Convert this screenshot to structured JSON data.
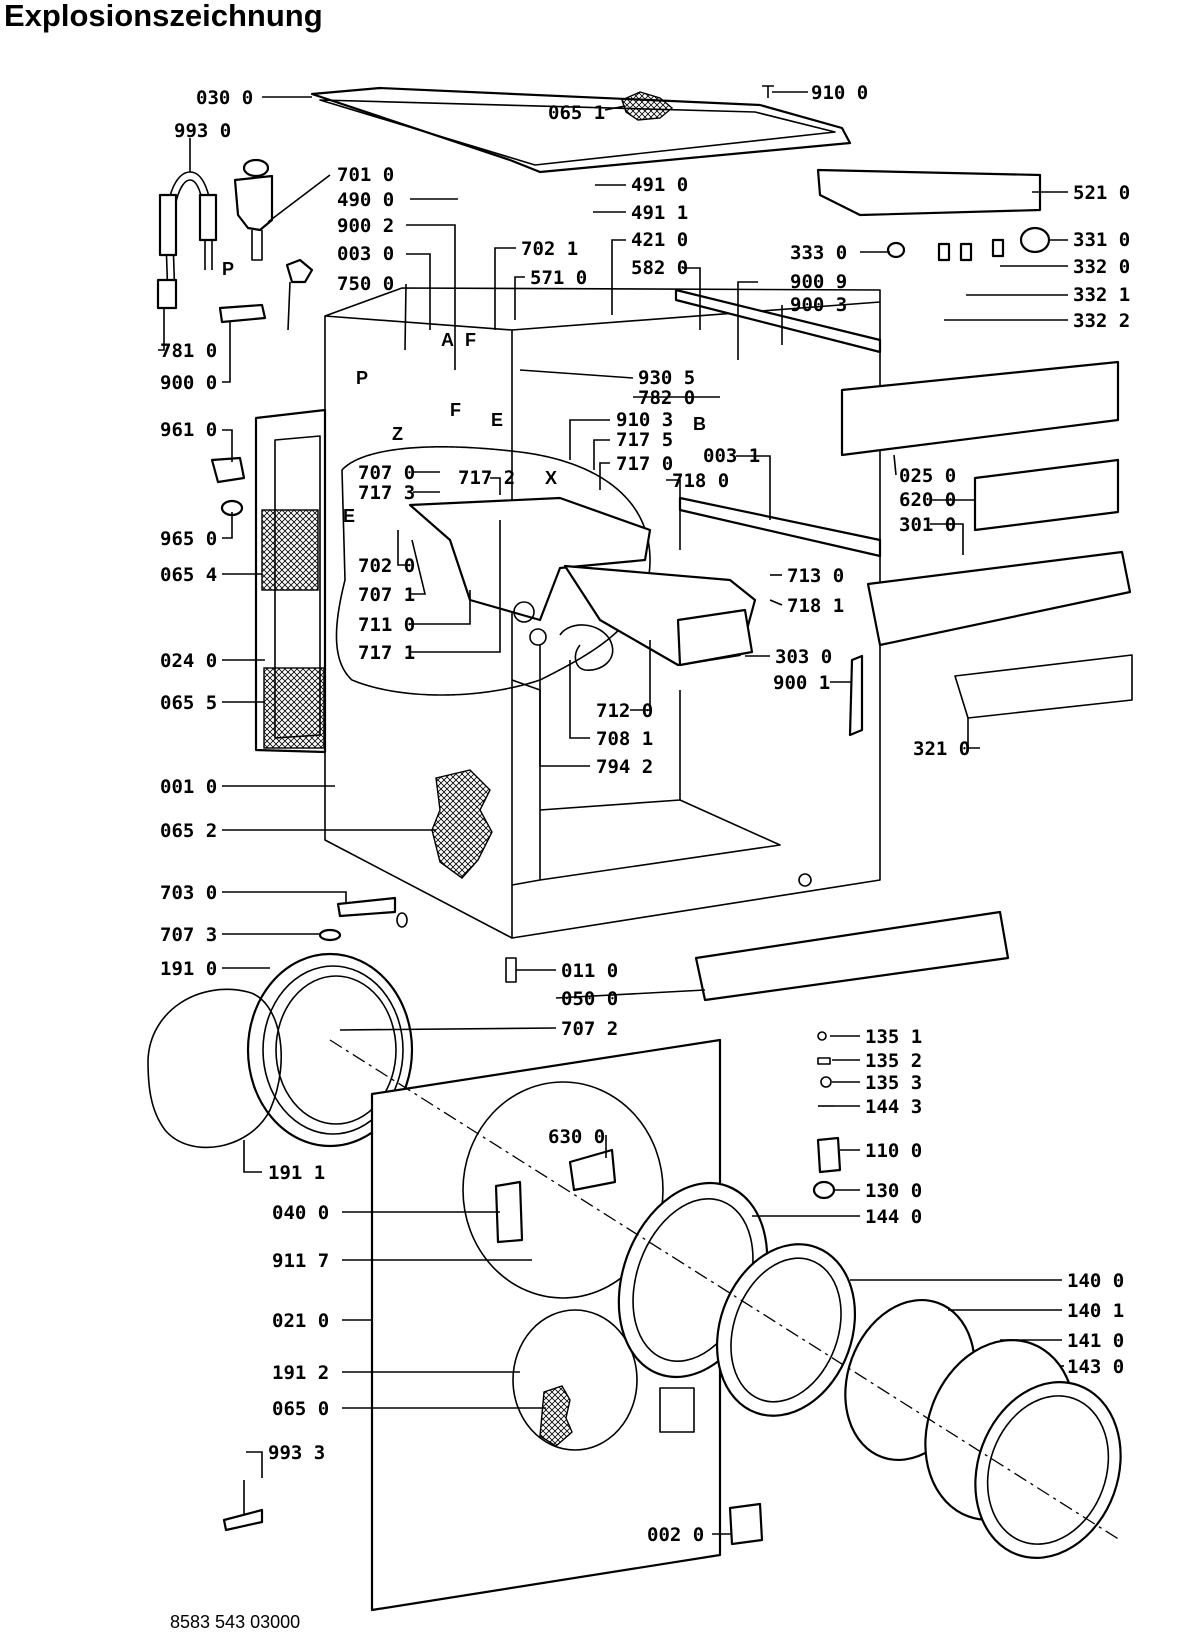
{
  "title": "Explosionszeichnung",
  "document_number": "8583 543 03000",
  "part_labels": [
    "030 0",
    "065 1",
    "910 0",
    "993 0",
    "701 0",
    "490 0",
    "491 0",
    "491 1",
    "521 0",
    "900 2",
    "702 1",
    "421 0",
    "003 0",
    "571 0",
    "582 0",
    "333 0",
    "331 0",
    "332 0",
    "750 0",
    "900 9",
    "332 1",
    "900 3",
    "332 2",
    "781 0",
    "900 0",
    "930 5",
    "782 0",
    "910 3",
    "717 5",
    "961 0",
    "717 0",
    "003 1",
    "707 0",
    "717 2",
    "717 3",
    "718 0",
    "025 0",
    "620 0",
    "301 0",
    "965 0",
    "702 0",
    "713 0",
    "065 4",
    "707 1",
    "718 1",
    "711 0",
    "717 1",
    "303 0",
    "024 0",
    "900 1",
    "712 0",
    "065 5",
    "708 1",
    "321 0",
    "794 2",
    "001 0",
    "065 2",
    "703 0",
    "707 3",
    "191 0",
    "011 0",
    "050 0",
    "707 2",
    "135 1",
    "135 2",
    "135 3",
    "144 3",
    "630 0",
    "110 0",
    "191 1",
    "130 0",
    "040 0",
    "144 0",
    "911 7",
    "140 0",
    "140 1",
    "021 0",
    "141 0",
    "191 2",
    "143 0",
    "065 0",
    "993 3",
    "002 0"
  ],
  "letter_labels": [
    "P",
    "F",
    "A",
    "P",
    "Z",
    "F",
    "E",
    "B",
    "X",
    "E"
  ]
}
